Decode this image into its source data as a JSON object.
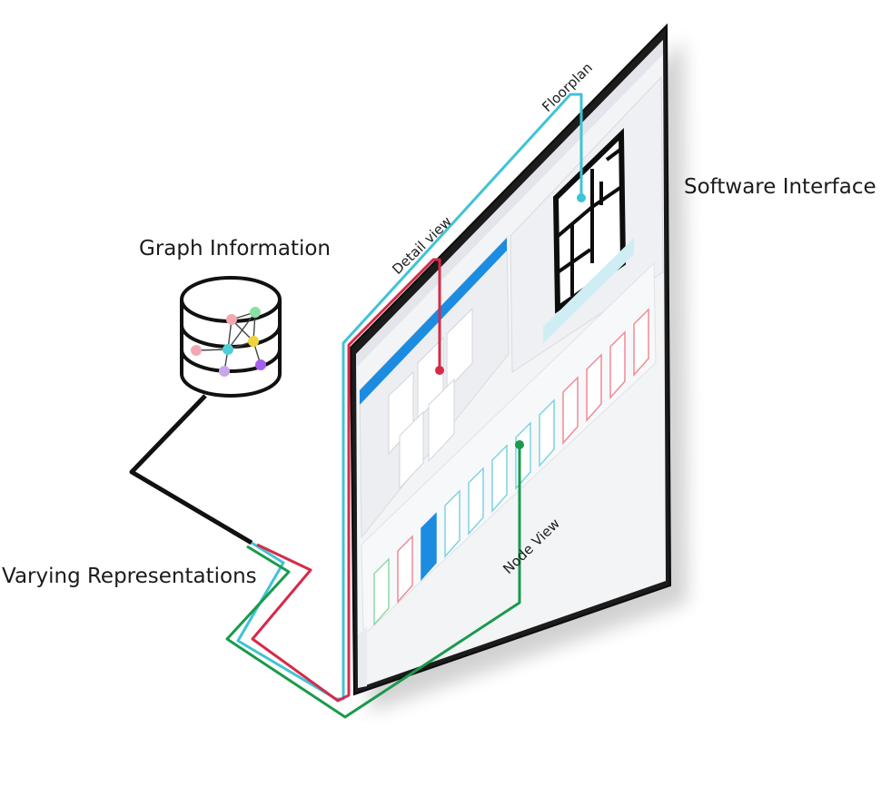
{
  "labels": {
    "graph_information": "Graph Information",
    "software_interface": "Software Interface",
    "varying_representations": "Varying Representations",
    "floorplan": "Floorplan",
    "detail_view": "Detail view",
    "node_view": "Node View"
  },
  "colors": {
    "cyan": "#3fc3d6",
    "red": "#d62a48",
    "green": "#1a9a4c",
    "black": "#111111",
    "ui_blue": "#1f8ce0",
    "node_red": "#f08a96",
    "node_teal": "#7ed3e0",
    "node_green": "#8ed9a7"
  },
  "graph_nodes": [
    {
      "color": "#f4a7b1"
    },
    {
      "color": "#8be0a4"
    },
    {
      "color": "#f5a6b4"
    },
    {
      "color": "#4fd0d8"
    },
    {
      "color": "#f2d23a"
    },
    {
      "color": "#c8a6ec"
    },
    {
      "color": "#a55ff0"
    }
  ],
  "monitor": {
    "panels": [
      "Detail view panel",
      "Floorplan panel",
      "Node view panel"
    ]
  }
}
